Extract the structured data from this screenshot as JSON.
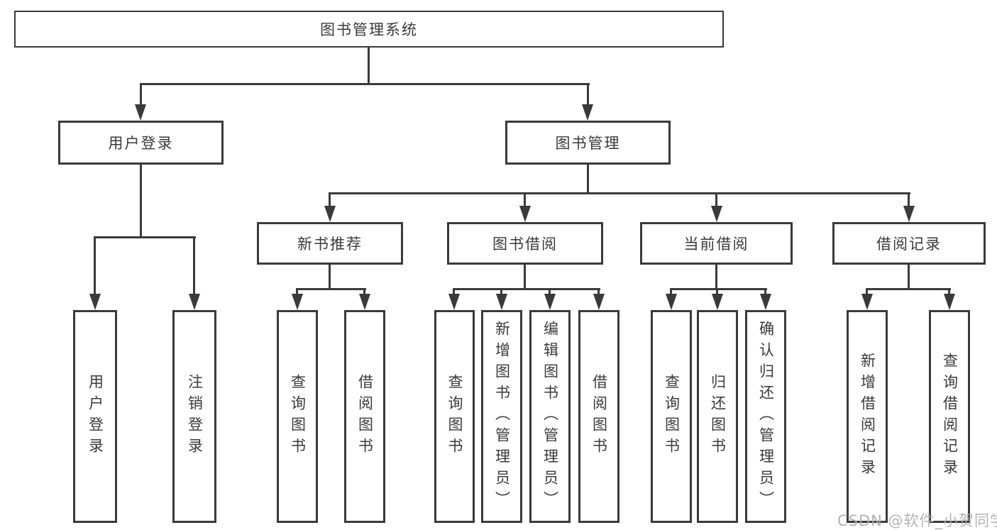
{
  "diagram_colors": {
    "line": "#3a3a3a",
    "background": "#ffffff",
    "watermark": "#afafaf"
  },
  "tree": {
    "label": "图书管理系统",
    "children": [
      {
        "label": "用户登录",
        "children": [
          {
            "label": "用户登录"
          },
          {
            "label": "注销登录"
          }
        ]
      },
      {
        "label": "图书管理",
        "children": [
          {
            "label": "新书推荐",
            "children": [
              {
                "label": "查询图书"
              },
              {
                "label": "借阅图书"
              }
            ]
          },
          {
            "label": "图书借阅",
            "children": [
              {
                "label": "查询图书"
              },
              {
                "label": "新增图书（管理员）"
              },
              {
                "label": "编辑图书（管理员）"
              },
              {
                "label": "借阅图书"
              }
            ]
          },
          {
            "label": "当前借阅",
            "children": [
              {
                "label": "查询图书"
              },
              {
                "label": "归还图书"
              },
              {
                "label": "确认归还（管理员）"
              }
            ]
          },
          {
            "label": "借阅记录",
            "children": [
              {
                "label": "新增借阅记录"
              },
              {
                "label": "查询借阅记录"
              }
            ]
          }
        ]
      }
    ]
  },
  "watermark": {
    "text": "CSDN @软件_小贺同学"
  }
}
